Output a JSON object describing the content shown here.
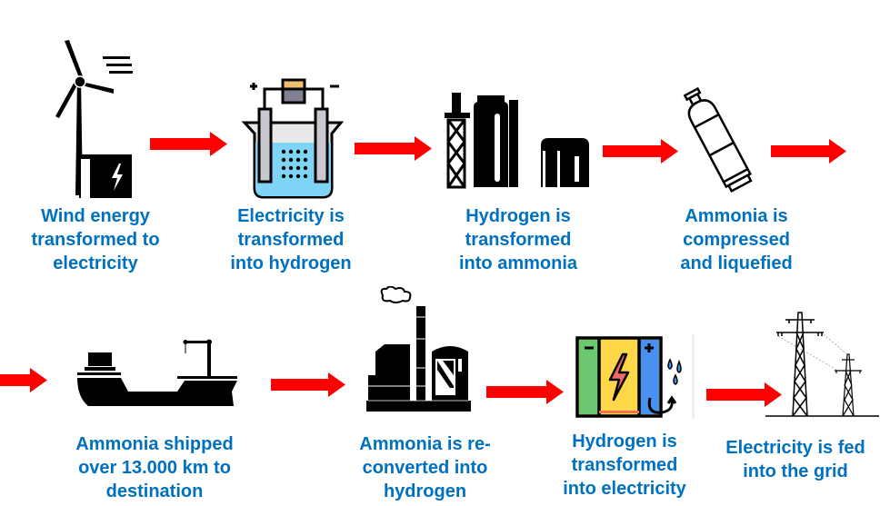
{
  "diagram": {
    "title": "Wind-to-ammonia-to-grid energy chain",
    "colors": {
      "label": "#0070c0",
      "arrow": "#ff0000",
      "icon": "#000000"
    },
    "steps": [
      {
        "icon": "wind-turbine-icon",
        "lines": [
          "Wind energy",
          "transformed to",
          "electricity"
        ]
      },
      {
        "icon": "electrolyzer-icon",
        "lines": [
          "Electricity is",
          "transformed",
          "into hydrogen"
        ]
      },
      {
        "icon": "chemical-plant-icon",
        "lines": [
          "Hydrogen is",
          "transformed",
          "into ammonia"
        ]
      },
      {
        "icon": "gas-cylinder-icon",
        "lines": [
          "Ammonia is",
          "compressed",
          "and liquefied"
        ]
      },
      {
        "icon": "cargo-ship-icon",
        "lines": [
          "Ammonia shipped",
          "over 13.000 km to",
          "destination"
        ]
      },
      {
        "icon": "factory-icon",
        "lines": [
          "Ammonia is re-",
          "converted into",
          "hydrogen"
        ]
      },
      {
        "icon": "fuel-cell-battery-icon",
        "lines": [
          "Hydrogen is",
          "transformed",
          "into electricity"
        ]
      },
      {
        "icon": "power-tower-icon",
        "lines": [
          "Electricity is fed",
          "into the grid"
        ]
      }
    ],
    "arrow_count": 8
  }
}
